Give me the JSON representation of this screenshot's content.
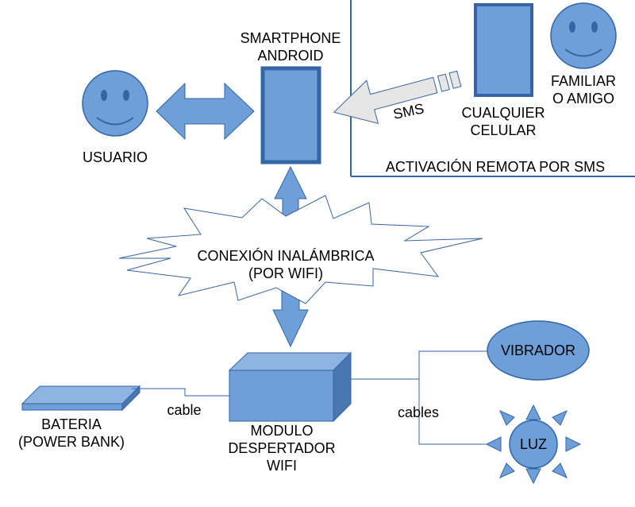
{
  "nodes": {
    "smartphone": {
      "line1": "SMARTPHONE",
      "line2": "ANDROID"
    },
    "usuario": {
      "label": "USUARIO"
    },
    "cualquier_celular": {
      "line1": "CUALQUIER",
      "line2": "CELULAR"
    },
    "familiar": {
      "line1": "FAMILIAR",
      "line2": "O AMIGO"
    },
    "remote_region": {
      "label": "ACTIVACIÓN REMOTA POR SMS"
    },
    "sms_arrow": {
      "label": "SMS"
    },
    "conexion": {
      "line1": "CONEXIÓN INALÁMBRICA",
      "line2": "(POR WIFI)"
    },
    "modulo": {
      "line1": "MODULO",
      "line2": "DESPERTADOR",
      "line3": "WIFI"
    },
    "bateria": {
      "line1": "BATERIA",
      "line2": "(POWER BANK)"
    },
    "vibrador": {
      "label": "VIBRADOR"
    },
    "luz": {
      "label": "LUZ"
    }
  },
  "edges": {
    "battery_cable": "cable",
    "output_cables": "cables"
  },
  "colors": {
    "shape_fill": "#6f9fd8",
    "shape_stroke": "#3465a4",
    "phone_stroke": "#3465a4",
    "arrow_fill": "#e6e6e6"
  }
}
